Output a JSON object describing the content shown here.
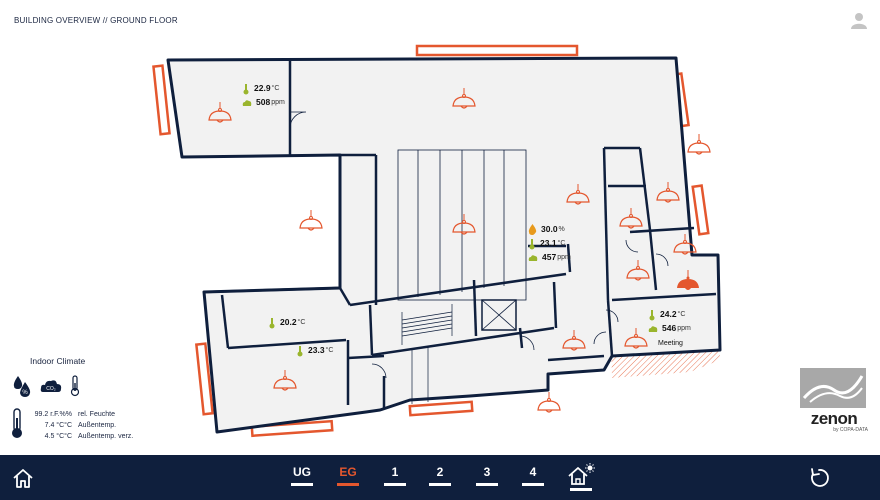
{
  "header": {
    "breadcrumb": "BUILDING OVERVIEW // GROUND FLOOR",
    "user_icon": "user-icon"
  },
  "colors": {
    "lamp": "#e4572e",
    "lamp_active": "#e4572e",
    "walls": "#0f1f3d",
    "floor": "#f2f2f2",
    "navbar": "#0f1f3d",
    "active_tab": "#e4572e",
    "sensor_green": "#9ab52d",
    "sensor_orange": "#e89a1c"
  },
  "sensors": {
    "room_nw": {
      "temp": "22.9",
      "temp_unit": "°C",
      "co2": "508",
      "co2_unit": "ppm"
    },
    "lobby": {
      "humidity": "30.0",
      "humidity_unit": "%",
      "temp": "23.1",
      "temp_unit": "°C",
      "co2": "457",
      "co2_unit": "ppm"
    },
    "meeting": {
      "temp": "24.2",
      "temp_unit": "°C",
      "co2": "546",
      "co2_unit": "ppm",
      "label": "Meeting"
    },
    "room_sw_upper": {
      "temp": "20.2",
      "temp_unit": "°C"
    },
    "room_sw_lower": {
      "temp": "23.3",
      "temp_unit": "°C"
    }
  },
  "indoor_climate": {
    "title": "Indoor Climate",
    "icons": [
      "humidity-icon",
      "co2-icon",
      "thermometer-icon"
    ],
    "rows": [
      {
        "value": "99.2 r.F.%%",
        "label": "rel. Feuchte"
      },
      {
        "value": "7.4 °C°C",
        "label": "Außentemp."
      },
      {
        "value": "4.5 °C°C",
        "label": "Außentemp. verz."
      }
    ]
  },
  "logo": {
    "word": "zenon",
    "sub": "by COPA-DATA"
  },
  "nav": {
    "home_icon": "home-icon",
    "floors": [
      {
        "label": "UG",
        "active": false
      },
      {
        "label": "EG",
        "active": true
      },
      {
        "label": "1",
        "active": false
      },
      {
        "label": "2",
        "active": false
      },
      {
        "label": "3",
        "active": false
      },
      {
        "label": "4",
        "active": false
      }
    ],
    "weather_icon": "house-sun-icon",
    "refresh_icon": "refresh-icon"
  }
}
